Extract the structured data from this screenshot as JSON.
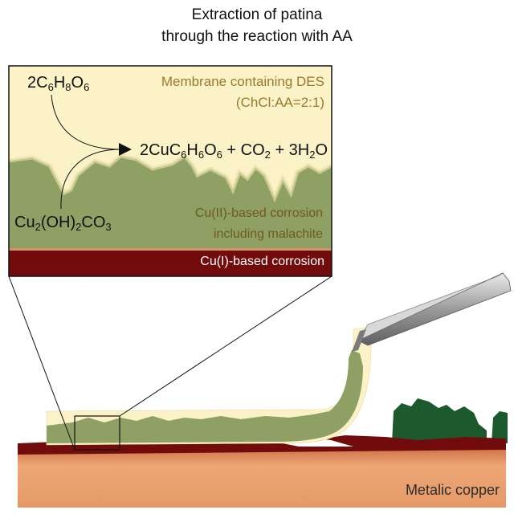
{
  "title": {
    "line1": "Extraction of patina",
    "line2": "through the reaction with AA"
  },
  "labels": {
    "membrane_line1": "Membrane containing DES",
    "membrane_line2": "(ChCl:AA=2:1)",
    "cu2_line1": "Cu(II)-based corrosion",
    "cu2_line2": "including malachite",
    "cu1": "Cu(I)-based corrosion",
    "metal": "Metalic copper"
  },
  "reaction": {
    "reactant1": [
      {
        "t": "2C"
      },
      {
        "t": "6",
        "sub": true
      },
      {
        "t": "H"
      },
      {
        "t": "8",
        "sub": true
      },
      {
        "t": "O"
      },
      {
        "t": "6",
        "sub": true
      }
    ],
    "reactant2": [
      {
        "t": "Cu"
      },
      {
        "t": "2",
        "sub": true
      },
      {
        "t": "(OH)"
      },
      {
        "t": "2",
        "sub": true
      },
      {
        "t": "CO"
      },
      {
        "t": "3",
        "sub": true
      }
    ],
    "products": [
      {
        "t": "2CuC"
      },
      {
        "t": "6",
        "sub": true
      },
      {
        "t": "H"
      },
      {
        "t": "6",
        "sub": true
      },
      {
        "t": "O"
      },
      {
        "t": "6",
        "sub": true
      },
      {
        "t": " + CO"
      },
      {
        "t": "2",
        "sub": true
      },
      {
        "t": " + 3H"
      },
      {
        "t": "2",
        "sub": true
      },
      {
        "t": "O"
      }
    ]
  },
  "colors": {
    "membrane": "#fbf2c8",
    "cu2_corrosion": "#8fa065",
    "cu1_corrosion": "#720c0c",
    "copper": "#e2955f",
    "malachite": "#1c5a2e"
  }
}
